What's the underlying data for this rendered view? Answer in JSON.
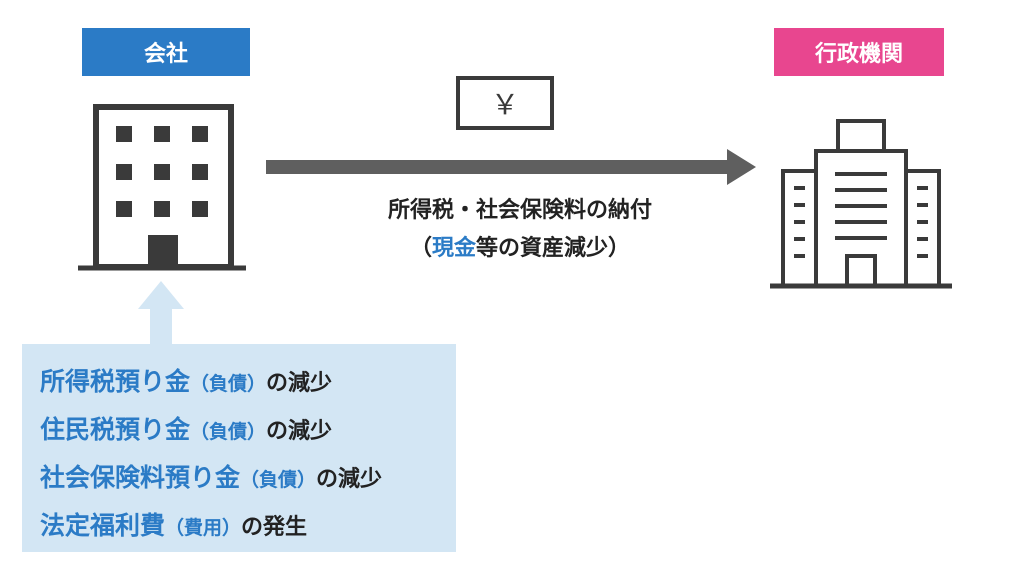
{
  "company": {
    "label": "会社"
  },
  "agency": {
    "label": "行政機関"
  },
  "payment": {
    "yen_symbol": "￥",
    "line1": "所得税・社会保険料の納付",
    "line2_open": "（",
    "line2_highlight": "現金",
    "line2_rest": "等の資産減少）"
  },
  "effects": [
    {
      "main": "所得税預り金",
      "sub": "（負債）",
      "tail": "の減少"
    },
    {
      "main": "住民税預り金",
      "sub": "（負債）",
      "tail": "の減少"
    },
    {
      "main": "社会保険料預り金",
      "sub": "（負債）",
      "tail": "の減少"
    },
    {
      "main": "法定福利費",
      "sub": "（費用）",
      "tail": "の発生"
    }
  ],
  "colors": {
    "company": "#2b7bc6",
    "agency": "#e8468f",
    "arrow": "#5f5f5f",
    "note_bg": "#d3e6f4"
  }
}
